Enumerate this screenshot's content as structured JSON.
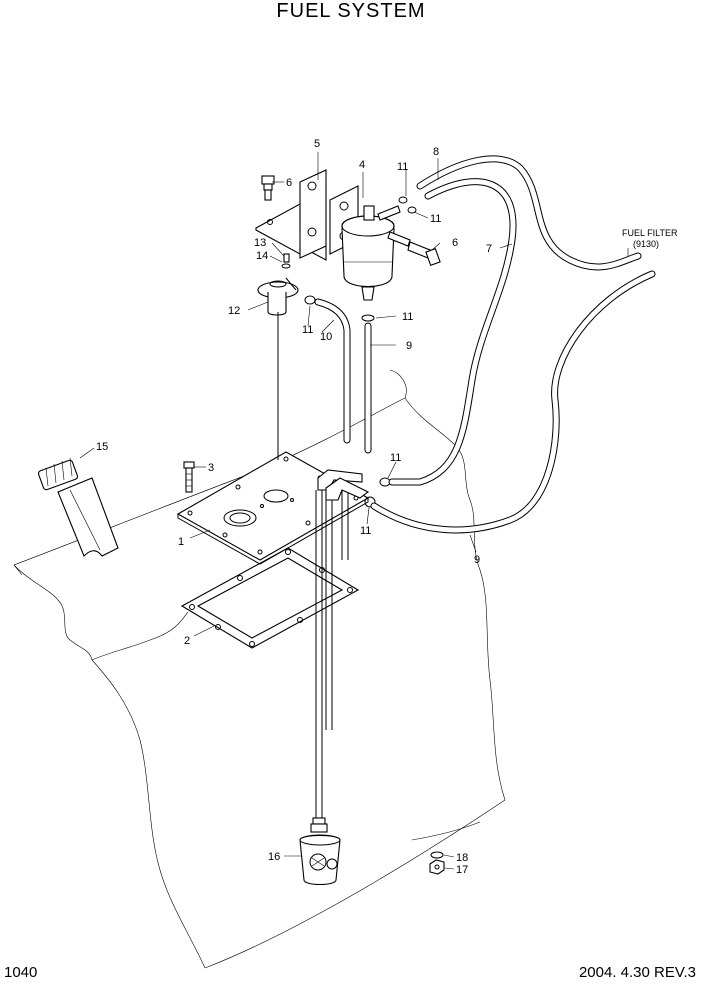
{
  "header": {
    "title": "FUEL  SYSTEM"
  },
  "footer": {
    "page_number": "1040",
    "revision": "2004. 4.30 REV.3"
  },
  "reference": {
    "line1": "FUEL FILTER",
    "line2": "(9130)"
  },
  "callouts": {
    "c1": "1",
    "c2": "2",
    "c3": "3",
    "c4": "4",
    "c5": "5",
    "c6a": "6",
    "c6b": "6",
    "c7": "7",
    "c8": "8",
    "c9a": "9",
    "c9b": "9",
    "c10": "10",
    "c11a": "11",
    "c11b": "11",
    "c11c": "11",
    "c11d": "11",
    "c11e": "11",
    "c11f": "11",
    "c12": "12",
    "c13": "13",
    "c14": "14",
    "c15": "15",
    "c16": "16",
    "c17": "17",
    "c18": "18"
  }
}
